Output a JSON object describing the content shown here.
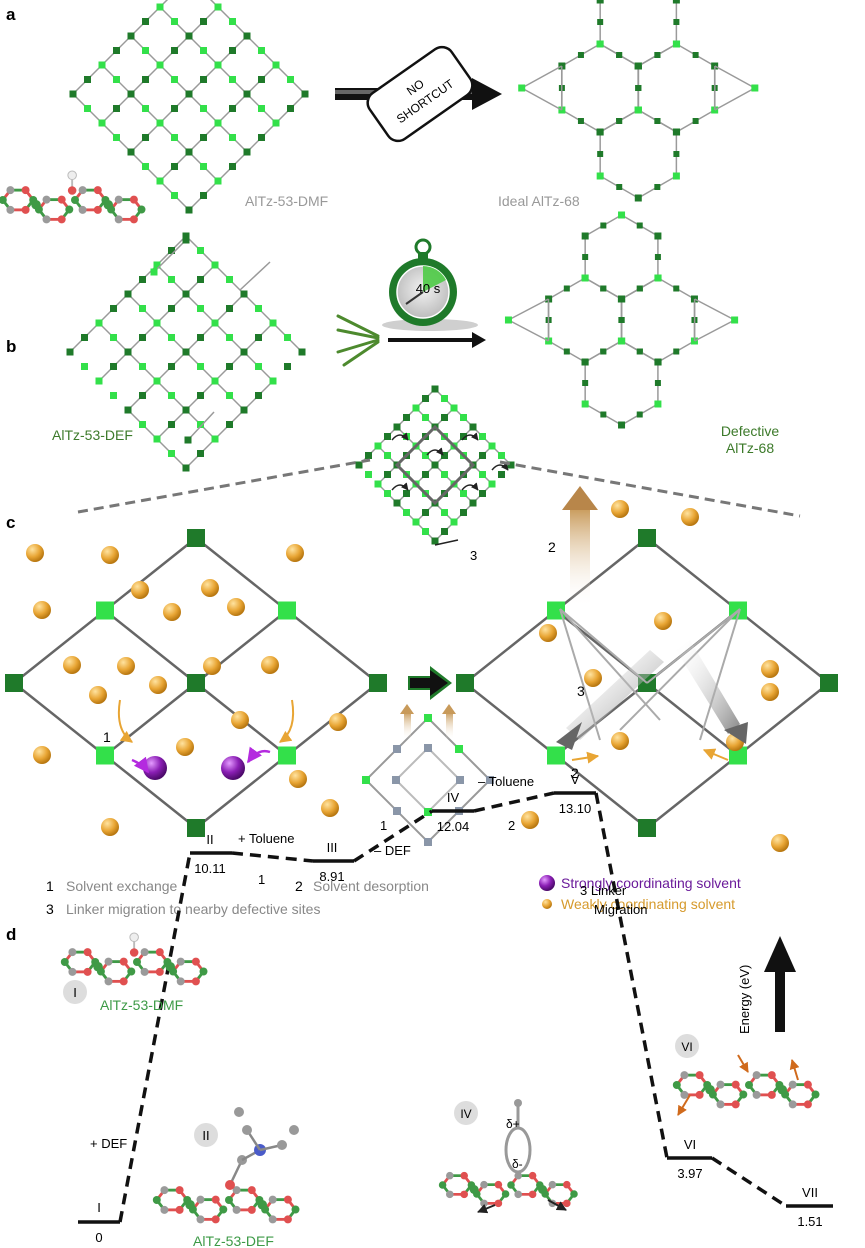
{
  "panels": {
    "a": {
      "letter": "a",
      "left_label": "AlTz-53-DMF",
      "right_label": "Ideal AlTz-68",
      "sign_line1": "NO",
      "sign_line2": "SHORTCUT"
    },
    "b": {
      "letter": "b",
      "left_label": "AlTz-53-DEF",
      "timer_label": "40 s",
      "right_label_line1": "Defective",
      "right_label_line2": "AlTz-68",
      "zoom_step": "3"
    },
    "c": {
      "letter": "c",
      "step1": "1",
      "step2_top": "2",
      "step2_bottom": "2",
      "step3": "3",
      "legend": {
        "item1_num": "1",
        "item1_text": "Solvent exchange",
        "item2_num": "2",
        "item2_text": "Solvent desorption",
        "item3_num": "3",
        "item3_text": "Linker migration to nearby defective sites",
        "strong": "Strongly coordinating solvent",
        "weak": "Weakly coordinating solvent"
      }
    },
    "d": {
      "letter": "d",
      "energy_axis": "Energy (eV)",
      "molecule_I_badge": "I",
      "molecule_I_label": "AlTz-53-DMF",
      "molecule_II_badge": "II",
      "molecule_II_label": "AlTz-53-DEF",
      "molecule_IV_badge": "IV",
      "molecule_VI_badge": "VI",
      "delta_plus": "δ+",
      "delta_minus": "δ-",
      "states": [
        {
          "id": "I",
          "value": "0"
        },
        {
          "id": "II",
          "value": "10.11"
        },
        {
          "id": "III",
          "value": "8.91"
        },
        {
          "id": "IV",
          "value": "12.04"
        },
        {
          "id": "V",
          "value": "13.10"
        },
        {
          "id": "VI",
          "value": "3.97"
        },
        {
          "id": "VII",
          "value": "1.51"
        }
      ],
      "transitions": {
        "plus_def": "+ DEF",
        "plus_toluene": "+ Toluene",
        "step_1a": "1",
        "step_1b": "1",
        "minus_def": "– DEF",
        "minus_toluene": "– Toluene",
        "step_2": "2",
        "step_3_line1": "3  Linker",
        "step_3_line2": "Migration"
      }
    }
  },
  "colors": {
    "dark_green": "#1f7a2a",
    "light_green": "#33e04a",
    "line_gray": "#9a9a9a",
    "solvent_orange": "#e8a534",
    "strong_purple": "#8b1fb5",
    "mol_green": "#3f9a46",
    "text_gray": "#888888",
    "label_green": "#3c7a2a"
  }
}
